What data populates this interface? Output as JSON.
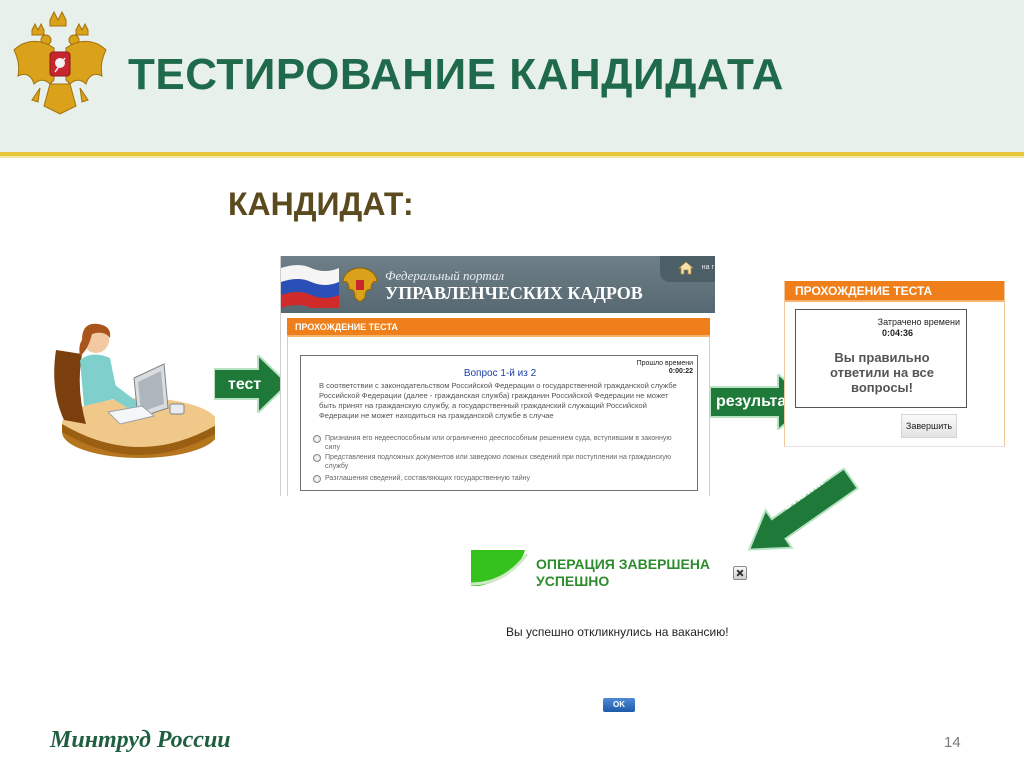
{
  "slide": {
    "title": "ТЕСТИРОВАНИЕ КАНДИДАТА",
    "subtitle": "КАНДИДАТ:",
    "page_number": "14",
    "footer_brand": "Минтруд России"
  },
  "arrows": {
    "test_label": "тест",
    "result_label": "результат",
    "response_label": "отклик"
  },
  "portal": {
    "name_line1": "Федеральный портал",
    "name_line2": "УПРАВЛЕНЧЕСКИХ КАДРОВ",
    "tab_text": "на г",
    "section_title": "ПРОХОЖДЕНИЕ ТЕСТА",
    "question": {
      "number": "Вопрос 1-й из 2",
      "time_label": "Прошло времени",
      "time": "0:00:22",
      "text": "В соответствии с законодательством Российской Федерации о государственной гражданской службе Российской Федерации (далее - гражданская служба) гражданин Российской Федерации не может быть принят на гражданскую службу, а государственный гражданский служащий Российской Федерации не может находиться на гражданской службе в случае",
      "options": [
        "Признания его недееспособным или ограниченно дееспособным решением суда, вступившим в законную силу",
        "Представления подложных документов или заведомо ложных сведений при поступлении на гражданскую службу",
        "Разглашения сведений, составляющих государственную тайну"
      ]
    }
  },
  "result": {
    "section_title": "ПРОХОЖДЕНИЕ ТЕСТА",
    "time_label": "Затрачено времени",
    "time": "0:04:36",
    "message": "Вы правильно ответили на все вопросы!",
    "finish_button": "Завершить"
  },
  "dialog": {
    "title_line1": "ОПЕРАЦИЯ ЗАВЕРШЕНА",
    "title_line2": "УСПЕШНО",
    "message": "Вы успешно откликнулись на вакансию!",
    "ok_button": "OK"
  },
  "colors": {
    "title_green": "#1f6a4b",
    "orange_bar": "#ef7f1a",
    "arrow_green": "#1f7a3a",
    "success_green": "#2e8b2e"
  }
}
